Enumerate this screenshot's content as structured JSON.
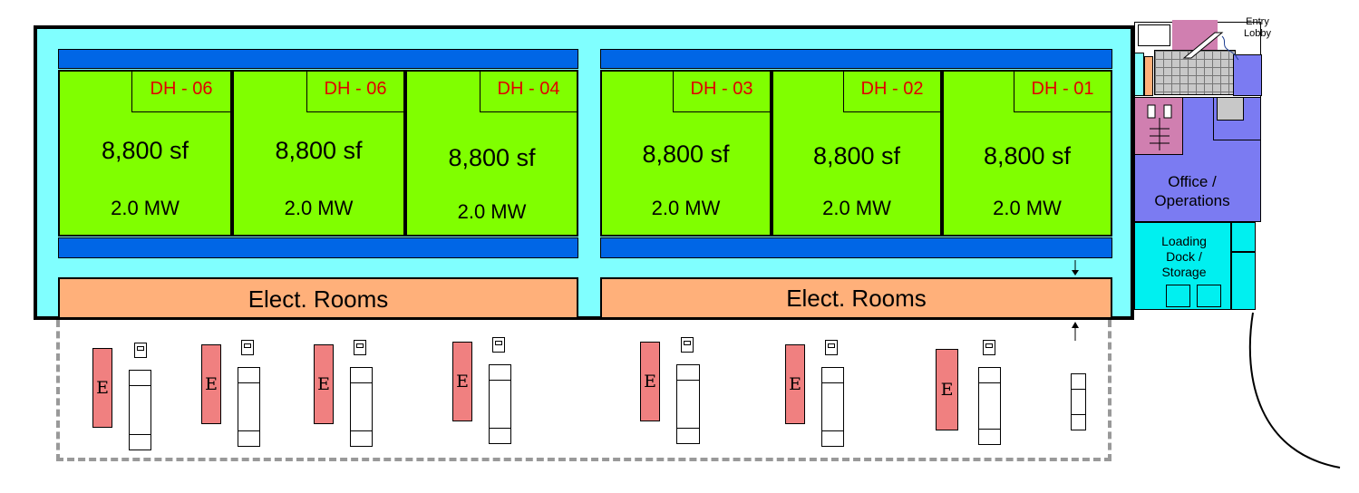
{
  "data_halls": [
    {
      "tag": "DH - 06",
      "area": "8,800 sf",
      "power": "2.0 MW"
    },
    {
      "tag": "DH - 06",
      "area": "8,800 sf",
      "power": "2.0 MW"
    },
    {
      "tag": "DH - 04",
      "area": "8,800 sf",
      "power": "2.0 MW"
    },
    {
      "tag": "DH - 03",
      "area": "8,800 sf",
      "power": "2.0 MW"
    },
    {
      "tag": "DH - 02",
      "area": "8,800 sf",
      "power": "2.0 MW"
    },
    {
      "tag": "DH - 01",
      "area": "8,800 sf",
      "power": "2.0 MW"
    }
  ],
  "electrical_rooms": [
    "Elect. Rooms",
    "Elect. Rooms"
  ],
  "office_label": "Office /\nOperations",
  "dock_label": "Loading\nDock /\nStorage",
  "entry_label": "Entry\nLobby",
  "generator_letter": "E",
  "colors": {
    "corridor": "#80ffff",
    "data_hall": "#80ff00",
    "cooling_bar": "#0066e6",
    "electrical": "#ffb07a",
    "office": "#7b7bf2",
    "dock": "#00f0f0",
    "generator": "#f08080",
    "hall_tag_text": "#e00000"
  }
}
